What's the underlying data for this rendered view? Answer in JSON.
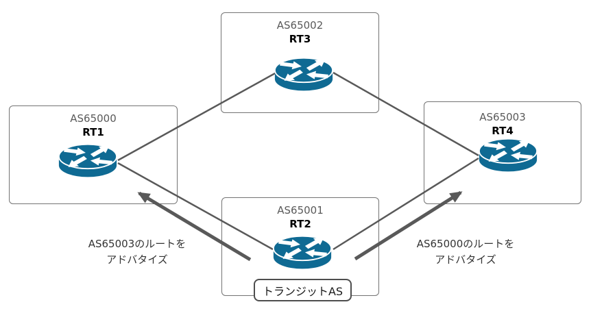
{
  "colors": {
    "router_fill": "#0f6a93",
    "wire": "#595959",
    "box_border": "#737373",
    "as_label": "#595959",
    "rt_label": "#000000",
    "annotation_text": "#333333",
    "badge_border": "#4d4d4d"
  },
  "as_boxes": [
    {
      "as_label": "AS65002",
      "router_label": "RT3"
    },
    {
      "as_label": "AS65000",
      "router_label": "RT1"
    },
    {
      "as_label": "AS65001",
      "router_label": "RT2"
    },
    {
      "as_label": "AS65003",
      "router_label": "RT4"
    }
  ],
  "annotations": [
    {
      "line1": "AS65003のルートを",
      "line2": "アドバタイズ"
    },
    {
      "line1": "AS65000のルートを",
      "line2": "アドバタイズ"
    }
  ],
  "badge": {
    "label": "トランジットAS"
  }
}
